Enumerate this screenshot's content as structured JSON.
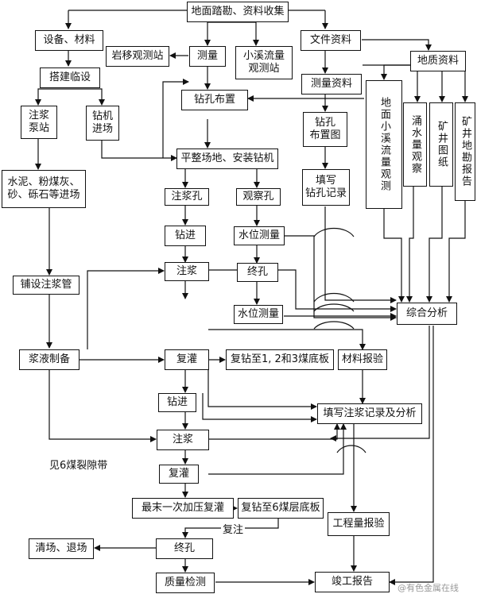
{
  "nodes": {
    "field_survey": "地面踏勘、资料收集",
    "equipment": "设备、材料",
    "documents": "文件资料",
    "rock_station": "岩移观测站",
    "survey": "测量",
    "creek_station": "小溪流量\n观测站",
    "geo_data": "地质资料",
    "temp_setup": "搭建临设",
    "survey_data": "测量资料",
    "drill_layout": "钻孔布置",
    "creek_obs": "地面小溪流量观测",
    "water_inflow": "涌水量观察",
    "mine_map": "矿井图纸",
    "mine_report": "矿井地勘报告",
    "grout_pump": "注浆\n泵站",
    "rig_entry": "钻机\n进场",
    "layout_map": "钻孔\n布置图",
    "site_prep": "平整场地、安装钻机",
    "fill_drill": "填写\n钻孔记录",
    "materials_entry": "水泥、粉煤灰、\n砂、砾石等进场",
    "grout_hole": "注浆孔",
    "obs_hole": "观察孔",
    "drilling1": "钻进",
    "water_level1": "水位测量",
    "lay_pipe": "铺设注浆管",
    "grouting1": "注浆",
    "final_hole_obs": "终孔",
    "water_level2": "水位测量",
    "analysis": "综合分析",
    "slurry": "浆液制备",
    "regrout1": "复灌",
    "redrill123": "复钻至1, 2和3煤底板",
    "material_report": "材料报验",
    "drilling2": "钻进",
    "fill_grout": "填写注浆记录及分析",
    "grouting2": "注浆",
    "regrout2": "复灌",
    "last_pressure": "最末一次加压复灌",
    "redrill6": "复钻至6煤层底板",
    "work_report": "工程量报验",
    "final_hole": "终孔",
    "cleanup": "清场、退场",
    "quality": "质量检测",
    "completion": "竣工报告"
  },
  "labels": {
    "see_seam6": "见6煤裂隙带",
    "re_grout": "复注"
  },
  "watermark": "@有色金属在线"
}
